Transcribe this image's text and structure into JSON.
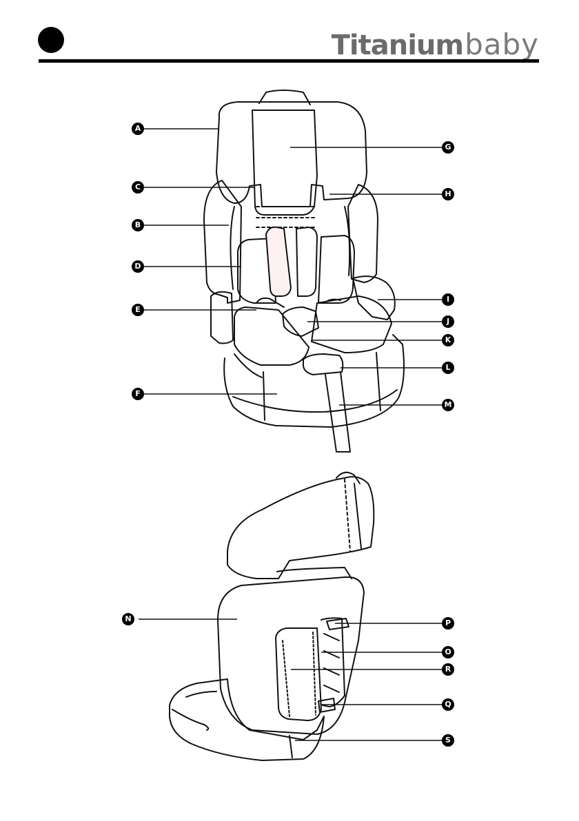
{
  "header": {
    "brand_strong": "Titanium",
    "brand_light": "baby"
  },
  "callouts": {
    "a": "A",
    "b": "B",
    "c": "C",
    "d": "D",
    "e": "E",
    "f": "F",
    "g": "G",
    "h": "H",
    "i": "I",
    "j": "J",
    "k": "K",
    "l": "L",
    "m": "M",
    "n": "N",
    "o": "O",
    "p": "P",
    "q": "Q",
    "r": "R",
    "s": "S"
  }
}
